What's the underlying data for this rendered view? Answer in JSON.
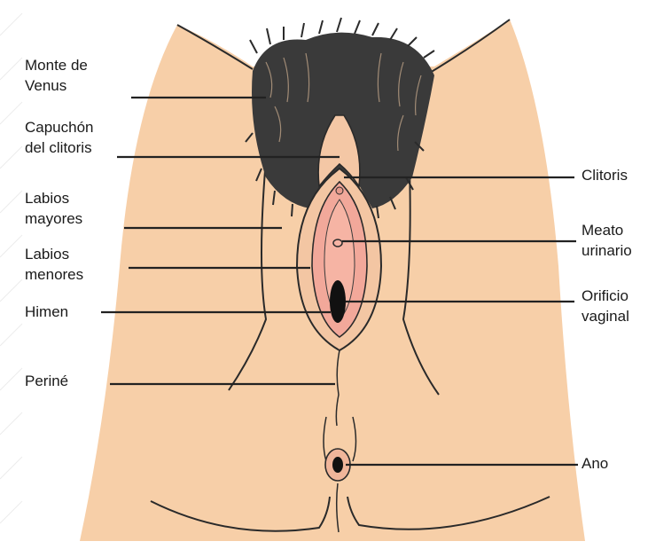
{
  "labels": {
    "monte_de_venus": [
      "Monte de",
      "Venus"
    ],
    "capuchon_del_clitoris": [
      "Capuchón",
      "del clitoris"
    ],
    "labios_mayores": [
      "Labios",
      "mayores"
    ],
    "labios_menores": [
      "Labios",
      "menores"
    ],
    "himen": [
      "Himen"
    ],
    "perine": [
      "Periné"
    ],
    "clitoris": [
      "Clitoris"
    ],
    "meato_urinario": [
      "Meato",
      "urinario"
    ],
    "orificio_vaginal": [
      "Orificio",
      "vaginal"
    ],
    "ano": [
      "Ano"
    ]
  },
  "colors": {
    "skin": "#f7cfa8",
    "skin_outline": "#2a2a2a",
    "hair": "#2b2b2b",
    "inner_pink": "#f2a89a",
    "opening": "#111111",
    "leader_line": "#222222"
  }
}
